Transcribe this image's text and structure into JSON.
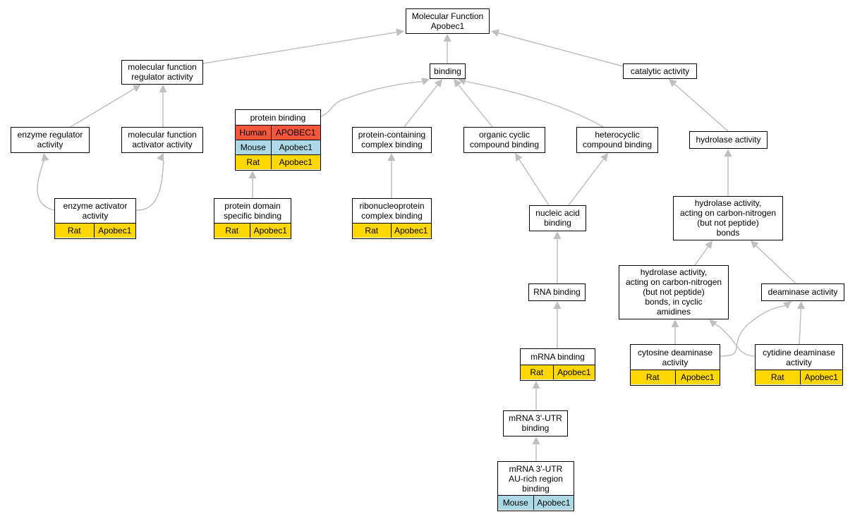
{
  "colors": {
    "Human": "#F4573B",
    "Mouse": "#ADD8E6",
    "Rat": "#FFD700",
    "edge": "#bfbfbf"
  },
  "nodes": {
    "mf": {
      "label": "Molecular Function\nApobec1",
      "rows": []
    },
    "mfra": {
      "label": "molecular function\nregulator activity",
      "rows": []
    },
    "binding": {
      "label": "binding",
      "rows": []
    },
    "catalytic": {
      "label": "catalytic activity",
      "rows": []
    },
    "era": {
      "label": "enzyme regulator\nactivity",
      "rows": []
    },
    "mfaa": {
      "label": "molecular function\nactivator activity",
      "rows": []
    },
    "pb": {
      "label": "protein binding",
      "rows": [
        [
          "Human",
          "APOBEC1"
        ],
        [
          "Mouse",
          "Apobec1"
        ],
        [
          "Rat",
          "Apobec1"
        ]
      ]
    },
    "pccb": {
      "label": "protein-containing\ncomplex binding",
      "rows": []
    },
    "occb": {
      "label": "organic cyclic\ncompound binding",
      "rows": []
    },
    "hccb": {
      "label": "heterocyclic\ncompound binding",
      "rows": []
    },
    "hydrolase": {
      "label": "hydrolase activity",
      "rows": []
    },
    "eaa": {
      "label": "enzyme activator\nactivity",
      "rows": [
        [
          "Rat",
          "Apobec1"
        ]
      ]
    },
    "pdsb": {
      "label": "protein domain\nspecific binding",
      "rows": [
        [
          "Rat",
          "Apobec1"
        ]
      ]
    },
    "rnpcb": {
      "label": "ribonucleoprotein\ncomplex binding",
      "rows": [
        [
          "Rat",
          "Apobec1"
        ]
      ]
    },
    "nab": {
      "label": "nucleic acid\nbinding",
      "rows": []
    },
    "hacn": {
      "label": "hydrolase activity,\nacting on carbon-nitrogen\n(but not peptide)\nbonds",
      "rows": []
    },
    "hacnc": {
      "label": "hydrolase activity,\nacting on carbon-nitrogen\n(but not peptide)\nbonds, in cyclic\namidines",
      "rows": []
    },
    "deaminase": {
      "label": "deaminase activity",
      "rows": []
    },
    "rnab": {
      "label": "RNA binding",
      "rows": []
    },
    "cytosine": {
      "label": "cytosine deaminase\nactivity",
      "rows": [
        [
          "Rat",
          "Apobec1"
        ]
      ]
    },
    "cytidine": {
      "label": "cytidine deaminase\nactivity",
      "rows": [
        [
          "Rat",
          "Apobec1"
        ]
      ]
    },
    "mrnab": {
      "label": "mRNA binding",
      "rows": [
        [
          "Rat",
          "Apobec1"
        ]
      ]
    },
    "utr": {
      "label": "mRNA 3'-UTR\nbinding",
      "rows": []
    },
    "au": {
      "label": "mRNA 3'-UTR\nAU-rich region\nbinding",
      "rows": [
        [
          "Mouse",
          "Apobec1"
        ]
      ]
    }
  },
  "edges": [
    [
      "mfra",
      "mf"
    ],
    [
      "binding",
      "mf"
    ],
    [
      "catalytic",
      "mf"
    ],
    [
      "era",
      "mfra"
    ],
    [
      "mfaa",
      "mfra"
    ],
    [
      "pb",
      "binding"
    ],
    [
      "pccb",
      "binding"
    ],
    [
      "occb",
      "binding"
    ],
    [
      "hccb",
      "binding"
    ],
    [
      "hydrolase",
      "catalytic"
    ],
    [
      "eaa",
      "era"
    ],
    [
      "eaa",
      "mfaa"
    ],
    [
      "pdsb",
      "pb"
    ],
    [
      "rnpcb",
      "pccb"
    ],
    [
      "nab",
      "occb"
    ],
    [
      "nab",
      "hccb"
    ],
    [
      "hacn",
      "hydrolase"
    ],
    [
      "hacnc",
      "hacn"
    ],
    [
      "deaminase",
      "hacn"
    ],
    [
      "cytosine",
      "hacnc"
    ],
    [
      "cytosine",
      "deaminase"
    ],
    [
      "cytidine",
      "hacnc"
    ],
    [
      "cytidine",
      "deaminase"
    ],
    [
      "rnab",
      "nab"
    ],
    [
      "mrnab",
      "rnab"
    ],
    [
      "utr",
      "mrnab"
    ],
    [
      "au",
      "utr"
    ]
  ]
}
